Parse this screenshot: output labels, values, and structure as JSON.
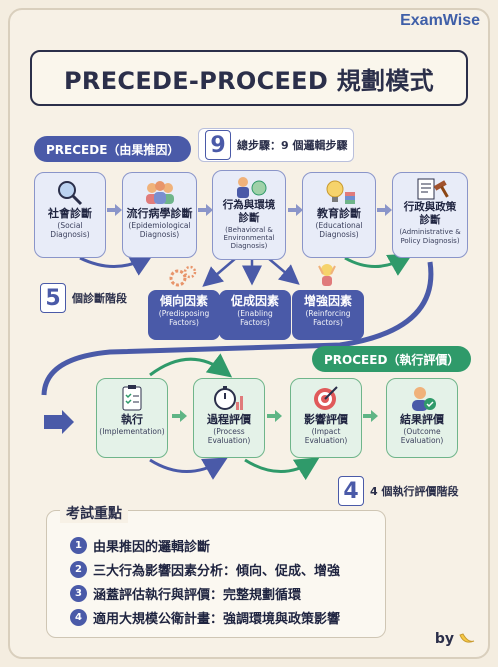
{
  "brand": "ExamWise",
  "title": "PRECEDE-PROCEED 規劃模式",
  "precede": {
    "label": "PRECEDE（由果推因）",
    "steps_badge": {
      "num": "9",
      "text": "總步驟：9 個邏輯步驟"
    },
    "phases_badge": {
      "num": "5",
      "text": "個診斷階段"
    },
    "cards": [
      {
        "name": "社會診斷",
        "en": "(Social\nDiagnosis)"
      },
      {
        "name": "流行病學診斷",
        "en": "(Epidemiological\nDiagnosis)"
      },
      {
        "name": "行為與環境\n診斷",
        "en": "(Behavioral &\nEnvironmental\nDiagnosis)"
      },
      {
        "name": "教育診斷",
        "en": "(Educational\nDiagnosis)"
      },
      {
        "name": "行政與政策\n診斷",
        "en": "(Administrative &\nPolicy Diagnosis)"
      }
    ],
    "factors": [
      {
        "name": "傾向因素",
        "en": "(Predisposing\nFactors)"
      },
      {
        "name": "促成因素",
        "en": "(Enabling\nFactors)"
      },
      {
        "name": "增強因素",
        "en": "(Reinforcing\nFactors)"
      }
    ]
  },
  "proceed": {
    "label": "PROCEED（執行評價）",
    "phases_badge": {
      "num": "4",
      "text": "4 個執行評價階段"
    },
    "cards": [
      {
        "name": "執行",
        "en": "(Implementation)"
      },
      {
        "name": "過程評價",
        "en": "(Process\nEvaluation)"
      },
      {
        "name": "影響評價",
        "en": "(Impact\nEvaluation)"
      },
      {
        "name": "結果評價",
        "en": "(Outcome\nEvaluation)"
      }
    ]
  },
  "exam": {
    "title": "考試重點",
    "items": [
      {
        "num": "1",
        "text": "由果推因的邏輯診斷"
      },
      {
        "num": "2",
        "text": "三大行為影響因素分析：傾向、促成、增強"
      },
      {
        "num": "3",
        "text": "涵蓋評估執行與評價：完整規劃循環"
      },
      {
        "num": "4",
        "text": "適用大規模公衛計畫：強調環境與政策影響"
      }
    ]
  },
  "by": "by"
}
